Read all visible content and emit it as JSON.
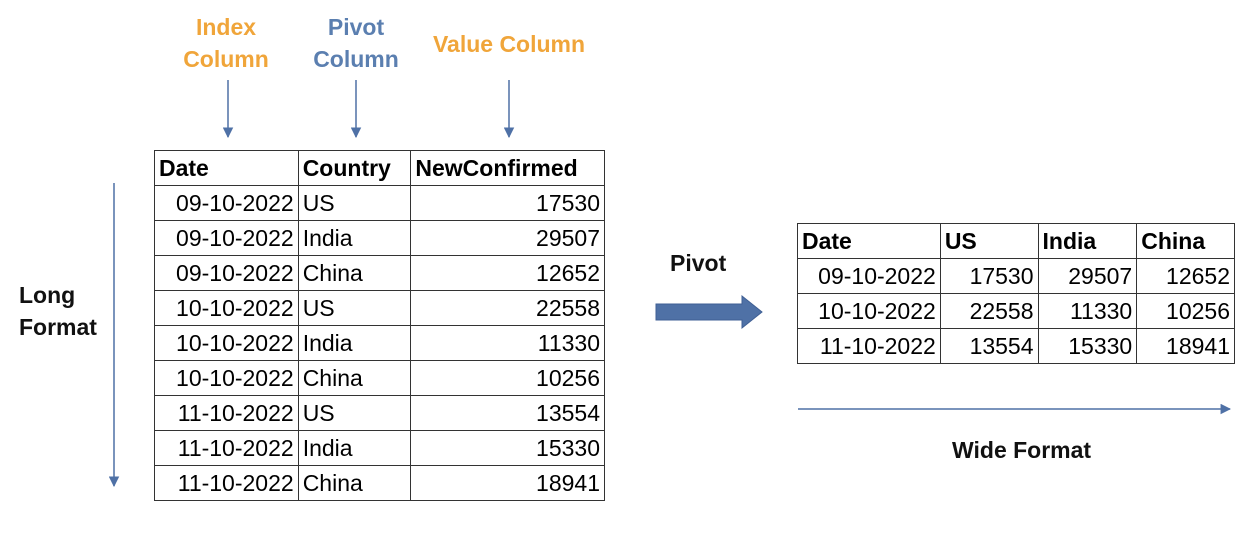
{
  "labels": {
    "index_column": [
      "Index",
      "Column"
    ],
    "pivot_column": [
      "Pivot",
      "Column"
    ],
    "value_column": "Value Column",
    "long_format": [
      "Long",
      "Format"
    ],
    "pivot": "Pivot",
    "wide_format": "Wide Format"
  },
  "colors": {
    "orange": "#f0a53a",
    "blue": "#5b7fb0",
    "arrow_blue": "#4f71a6"
  },
  "long_table": {
    "headers": [
      "Date",
      "Country",
      "NewConfirmed"
    ],
    "rows": [
      [
        "09-10-2022",
        "US",
        "17530"
      ],
      [
        "09-10-2022",
        "India",
        "29507"
      ],
      [
        "09-10-2022",
        "China",
        "12652"
      ],
      [
        "10-10-2022",
        "US",
        "22558"
      ],
      [
        "10-10-2022",
        "India",
        "11330"
      ],
      [
        "10-10-2022",
        "China",
        "10256"
      ],
      [
        "11-10-2022",
        "US",
        "13554"
      ],
      [
        "11-10-2022",
        "India",
        "15330"
      ],
      [
        "11-10-2022",
        "China",
        "18941"
      ]
    ]
  },
  "wide_table": {
    "headers": [
      "Date",
      "US",
      "India",
      "China"
    ],
    "rows": [
      [
        "09-10-2022",
        "17530",
        "29507",
        "12652"
      ],
      [
        "10-10-2022",
        "22558",
        "11330",
        "10256"
      ],
      [
        "11-10-2022",
        "13554",
        "15330",
        "18941"
      ]
    ]
  }
}
